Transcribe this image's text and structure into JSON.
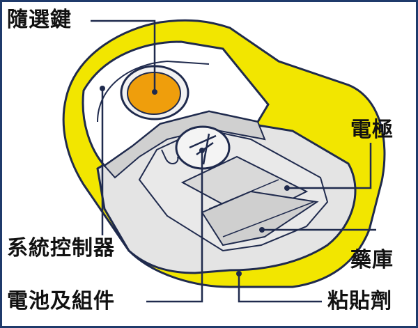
{
  "labels": {
    "select_key": "隨選鍵",
    "electrode": "電極",
    "system_controller": "系統控制器",
    "drug_reservoir": "藥庫",
    "battery_components": "電池及組件",
    "adhesive": "粘貼劑"
  },
  "colors": {
    "outline": "#1f2a4d",
    "casing_yellow": "#f2e600",
    "button_orange": "#ef9e0c",
    "body_gray": "#e4e4e4",
    "leader_line": "#1f2a4d",
    "frame_border": "#1f3a6b"
  }
}
